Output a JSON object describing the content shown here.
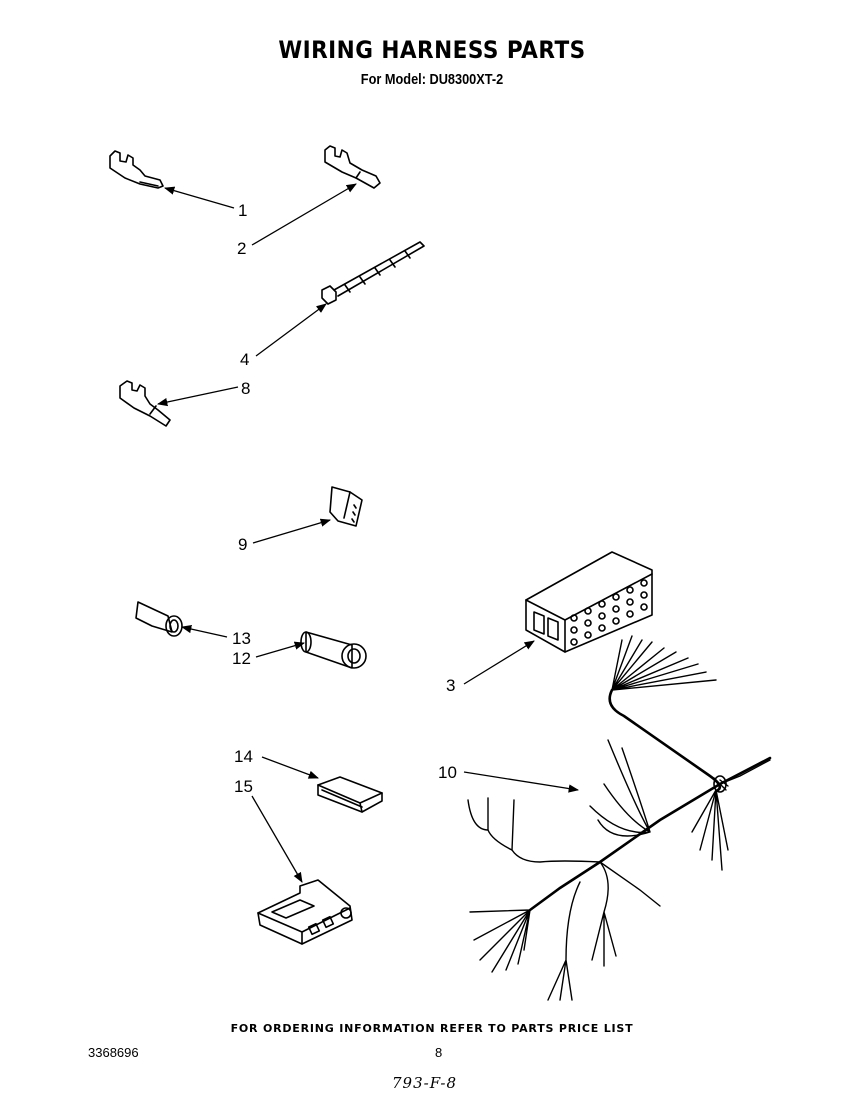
{
  "header": {
    "title": "WIRING HARNESS PARTS",
    "subtitle": "For Model: DU8300XT-2"
  },
  "callouts": {
    "c1": "1",
    "c2": "2",
    "c4": "4",
    "c8": "8",
    "c9": "9",
    "c13": "13",
    "c12": "12",
    "c3": "3",
    "c14": "14",
    "c15": "15",
    "c10": "10"
  },
  "footer": {
    "ordering_note": "FOR ORDERING INFORMATION REFER TO PARTS PRICE LIST",
    "doc_number": "3368696",
    "page_number": "8",
    "handwritten_code": "793-F-8"
  }
}
